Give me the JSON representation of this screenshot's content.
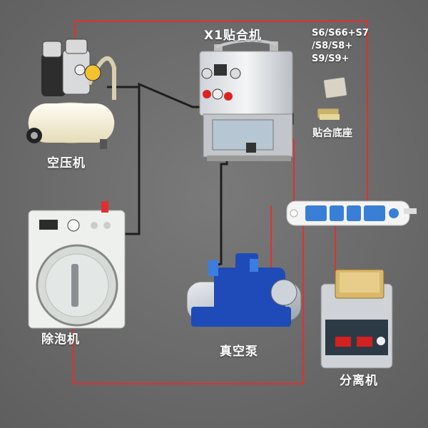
{
  "labels": {
    "laminator": "X1贴合机",
    "compressor": "空压机",
    "bubble_remover": "除泡机",
    "vacuum_pump": "真空泵",
    "separator": "分离机",
    "mould_base": "贴合底座"
  },
  "models": [
    "S6/S66+S7",
    "/S8/S8+",
    "S9/S9+"
  ],
  "colors": {
    "background": "#6b6b6b",
    "power_wire": "#e03030",
    "air_hose": "#222222",
    "device_body": "#e8e8e8",
    "socket_accent": "#3a7fd6"
  }
}
